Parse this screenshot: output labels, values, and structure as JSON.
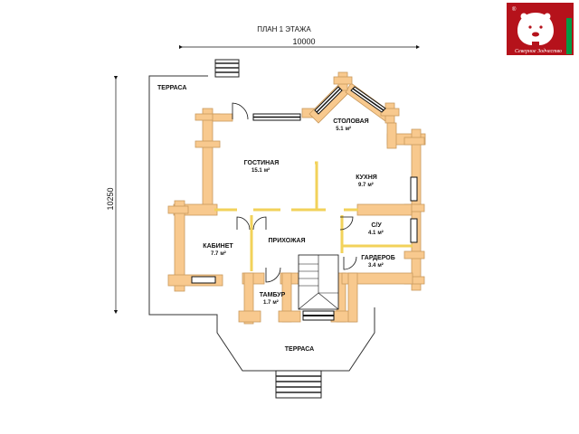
{
  "title": "ПЛАН 1 ЭТАЖА",
  "dimensions": {
    "width": "10000",
    "height": "10250"
  },
  "brand": {
    "name": "Северное Зодчество",
    "mark": "®",
    "color": "#b5121b",
    "accent": "#009a44"
  },
  "colors": {
    "wall": "#f8c98e",
    "partition": "#f2d25a",
    "outline": "#333333"
  },
  "rooms": {
    "terrace_top": {
      "name": "ТЕРРАСА"
    },
    "dining": {
      "name": "СТОЛОВАЯ",
      "area": "5.1"
    },
    "living": {
      "name": "ГОСТИНАЯ",
      "area": "15.1"
    },
    "kitchen": {
      "name": "КУХНЯ",
      "area": "9.7"
    },
    "bath": {
      "name": "С/У",
      "area": "4.1"
    },
    "hall": {
      "name": "ПРИХОЖАЯ"
    },
    "study": {
      "name": "КАБИНЕТ",
      "area": "7.7"
    },
    "wardrobe": {
      "name": "ГАРДЕРОБ",
      "area": "3.4"
    },
    "vestibule": {
      "name": "ТАМБУР",
      "area": "1.7"
    },
    "terrace_bottom": {
      "name": "ТЕРРАСА"
    }
  },
  "area_unit": "м²"
}
